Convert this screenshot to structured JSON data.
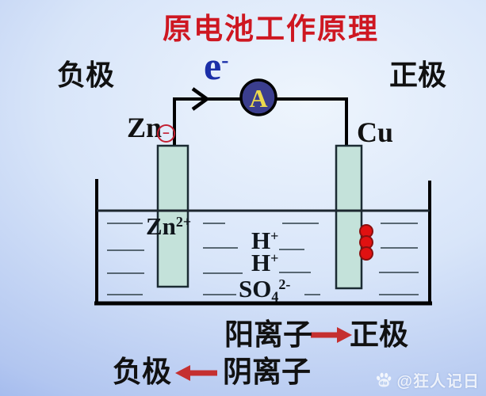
{
  "title": "原电池工作原理",
  "top_labels": {
    "negative": "负极",
    "positive": "正极"
  },
  "circuit": {
    "electron": {
      "base": "e",
      "sup": "-"
    },
    "ammeter_letter": "A",
    "zn_electrode": "Zn",
    "cu_electrode": "Cu",
    "minus_sign": "−"
  },
  "solution": {
    "zn_ion": {
      "base": "Zn",
      "sup": "2+"
    },
    "h_ion_1": {
      "base": "H",
      "sup": "+"
    },
    "h_ion_2": {
      "base": "H",
      "sup": "+"
    },
    "sulfate": {
      "base": "SO",
      "sub": "4",
      "sup": "2-"
    }
  },
  "legend": {
    "cation": "阳离子",
    "cation_target": "正极",
    "anion": "阴离子",
    "anion_target": "负极"
  },
  "watermark": {
    "handle": "@狂人记日",
    "icon": "baidu-paw-icon",
    "icon_text": "du"
  },
  "colors": {
    "title_red": "#ce1721",
    "text_black": "#111111",
    "electron_blue": "#1b2fa8",
    "ammeter_fill": "#3b3e8e",
    "ammeter_letter": "#ecd94d",
    "electrode_fill": "#c4e2da",
    "electrode_border": "#1b2b33",
    "wire_black": "#000000",
    "bubble_red": "#e01111",
    "bubble_border": "#8a0f0f",
    "minus_red": "#c32033",
    "arrow_red": "#c53030",
    "dash_gray": "#42525c",
    "background_center": "#eef5fd",
    "background_edge": "#7d9ce7"
  }
}
